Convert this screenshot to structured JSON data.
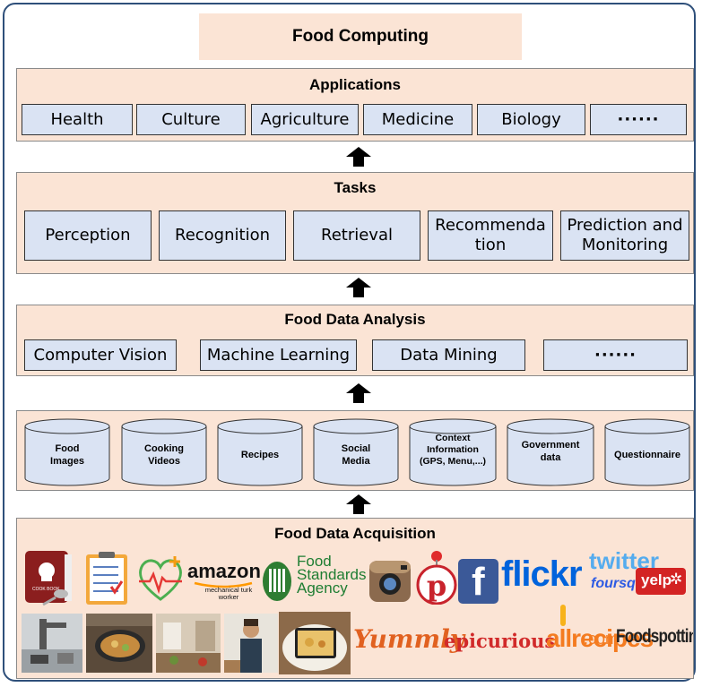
{
  "title": "Food Computing",
  "applications": {
    "title": "Applications",
    "items": [
      "Health",
      "Culture",
      "Agriculture",
      "Medicine",
      "Biology",
      "······"
    ]
  },
  "tasks": {
    "title": "Tasks",
    "items": [
      "Perception",
      "Recognition",
      "Retrieval",
      "Recommenda tion",
      "Prediction and Monitoring"
    ]
  },
  "analysis": {
    "title": "Food Data Analysis",
    "items": [
      "Computer Vision",
      "Machine Learning",
      "Data Mining",
      "······"
    ]
  },
  "sources": {
    "items": [
      {
        "line1": "Food",
        "line2": "Images",
        "line3": ""
      },
      {
        "line1": "Cooking",
        "line2": "Videos",
        "line3": ""
      },
      {
        "line1": "Recipes",
        "line2": "",
        "line3": ""
      },
      {
        "line1": "Social",
        "line2": "Media",
        "line3": ""
      },
      {
        "line1": "Context",
        "line2": "Information",
        "line3": "(GPS, Menu,...)"
      },
      {
        "line1": "Government",
        "line2": "data",
        "line3": ""
      },
      {
        "line1": "Questionnaire",
        "line2": "",
        "line3": ""
      }
    ]
  },
  "acquisition": {
    "title": "Food Data Acquisition",
    "logos": {
      "amazon": "amazon",
      "mturk": "mechanical turk worker",
      "fsa1": "Food",
      "fsa2": "Standards",
      "fsa3": "Agency",
      "facebook": "f",
      "flickr": "flickr",
      "twitter": "twitter",
      "foursquare": "foursquare",
      "yelp": "yelp",
      "yummly": "Yummly",
      "epicurious": "epicurious",
      "allrecipes": "allrecipes",
      "dotcom": "com",
      "foodspotting": "Foodspotting",
      "cookbook": "COOK BOOK"
    }
  },
  "colors": {
    "layer_bg": "#fbe4d5",
    "box_bg": "#dae3f3",
    "frame": "#2e4f7a",
    "facebook": "#3b5998",
    "flickr_blue": "#0063dc",
    "twitter": "#55acee",
    "yelp": "#d32323",
    "yummly": "#e16120",
    "epicurious": "#d12a2a",
    "allrecipes": "#f47b20",
    "fsa_green": "#1e7d32"
  }
}
